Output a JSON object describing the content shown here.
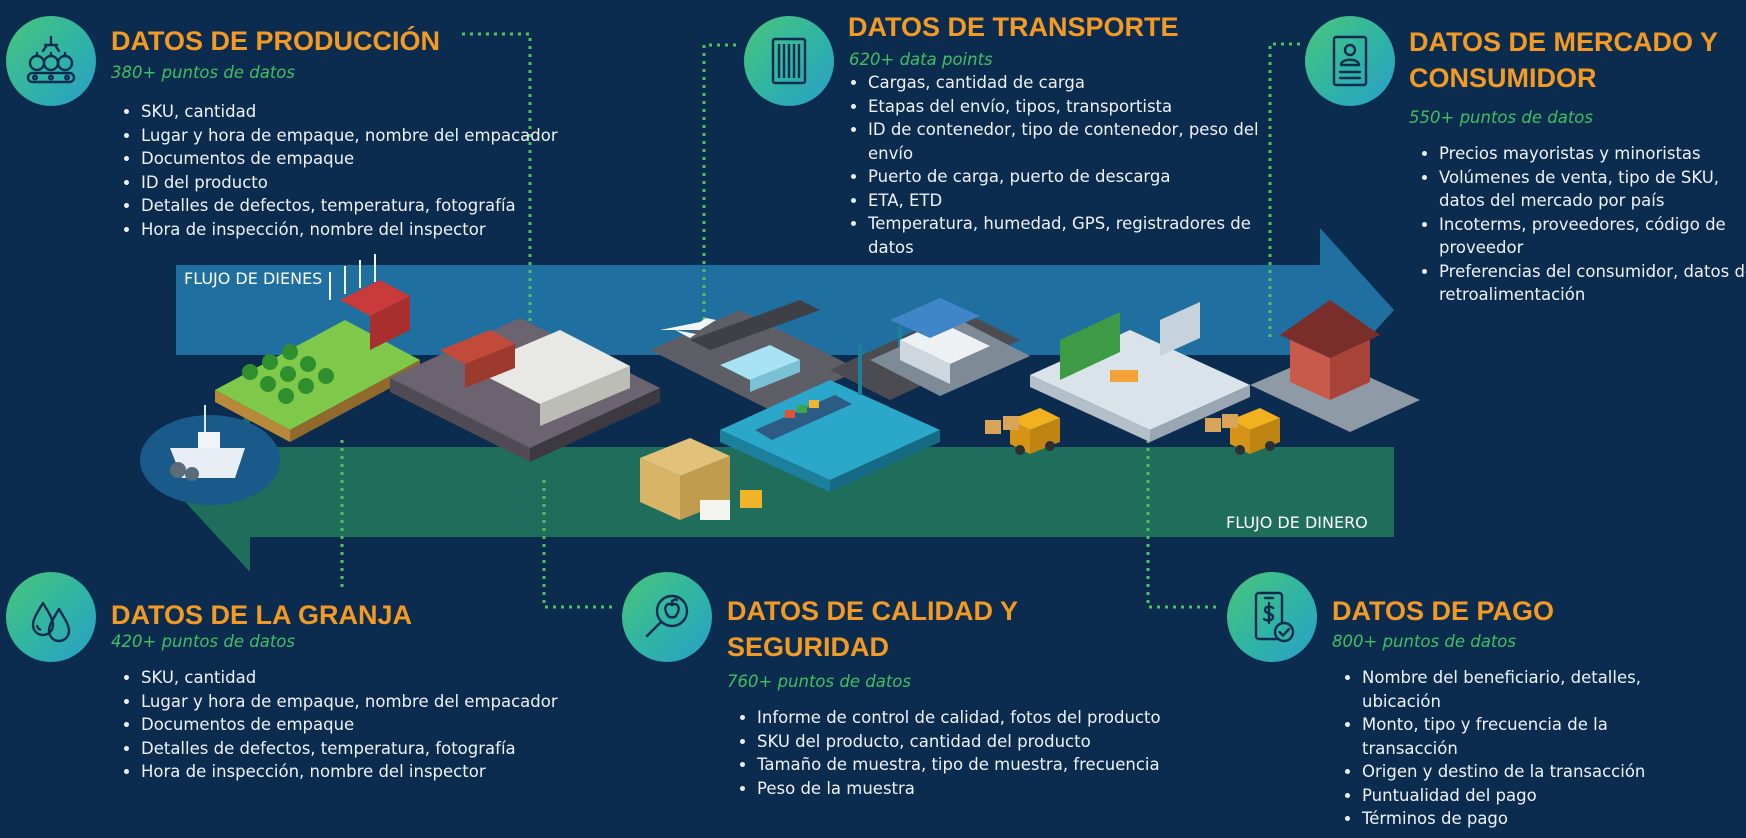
{
  "colors": {
    "background": "#0c2c4f",
    "title": "#f39a25",
    "subtitle": "#3fbf62",
    "text": "#eef2f7",
    "goods_arrow": "#1f6fa1",
    "money_arrow": "#1f6e5b",
    "connector": "#4cc35c"
  },
  "flows": {
    "goods": "FLUJO DE DIENES",
    "money": "FLUJO DE DINERO"
  },
  "sections": {
    "produccion": {
      "icon": "conveyor-fruit-icon",
      "title": "DATOS DE PRODUCCIÓN",
      "subtitle": "380+ puntos de datos",
      "items": [
        "SKU, cantidad",
        "Lugar y hora de empaque, nombre del empacador",
        "Documentos de empaque",
        "ID del producto",
        "Detalles de defectos, temperatura, fotografía",
        "Hora de inspección, nombre del inspector"
      ]
    },
    "transporte": {
      "icon": "shipping-container-icon",
      "title": "DATOS DE TRANSPORTE",
      "subtitle": "620+ data points",
      "items": [
        "Cargas, cantidad de carga",
        "Etapas del envío, tipos, transportista",
        "ID de contenedor, tipo de contenedor, peso del envío",
        "Puerto de carga, puerto de descarga",
        "ETA, ETD",
        "Temperatura, humedad, GPS, registradores de datos"
      ]
    },
    "mercado": {
      "icon": "consumer-profile-icon",
      "title_lines": [
        "DATOS DE MERCADO Y",
        "CONSUMIDOR"
      ],
      "subtitle": "550+ puntos de datos",
      "items": [
        "Precios mayoristas y minoristas",
        "Volúmenes de venta, tipo de SKU, datos del mercado por país",
        "Incoterms, proveedores, código de proveedor",
        "Preferencias del consumidor, datos de retroalimentación"
      ]
    },
    "granja": {
      "icon": "water-drops-icon",
      "title": "DATOS DE LA GRANJA",
      "subtitle": "420+ puntos de datos",
      "items": [
        "SKU, cantidad",
        "Lugar y hora de empaque, nombre del empacador",
        "Documentos de empaque",
        "Detalles de defectos, temperatura, fotografía",
        "Hora de inspección, nombre del inspector"
      ]
    },
    "calidad": {
      "icon": "magnifier-apple-icon",
      "title_lines": [
        "DATOS DE CALIDAD Y",
        "SEGURIDAD"
      ],
      "subtitle": "760+ puntos de datos",
      "items": [
        "Informe de control de calidad, fotos del producto",
        "SKU del producto, cantidad del producto",
        "Tamaño de muestra, tipo de muestra, frecuencia",
        "Peso de la muestra"
      ]
    },
    "pago": {
      "icon": "mobile-payment-icon",
      "title": "DATOS DE PAGO",
      "subtitle": "800+ puntos de datos",
      "items": [
        "Nombre del beneficiario, detalles, ubicación",
        "Monto, tipo y frecuencia de la transacción",
        "Origen y destino de la transacción",
        "Puntualidad del pago",
        "Términos de pago"
      ]
    }
  }
}
